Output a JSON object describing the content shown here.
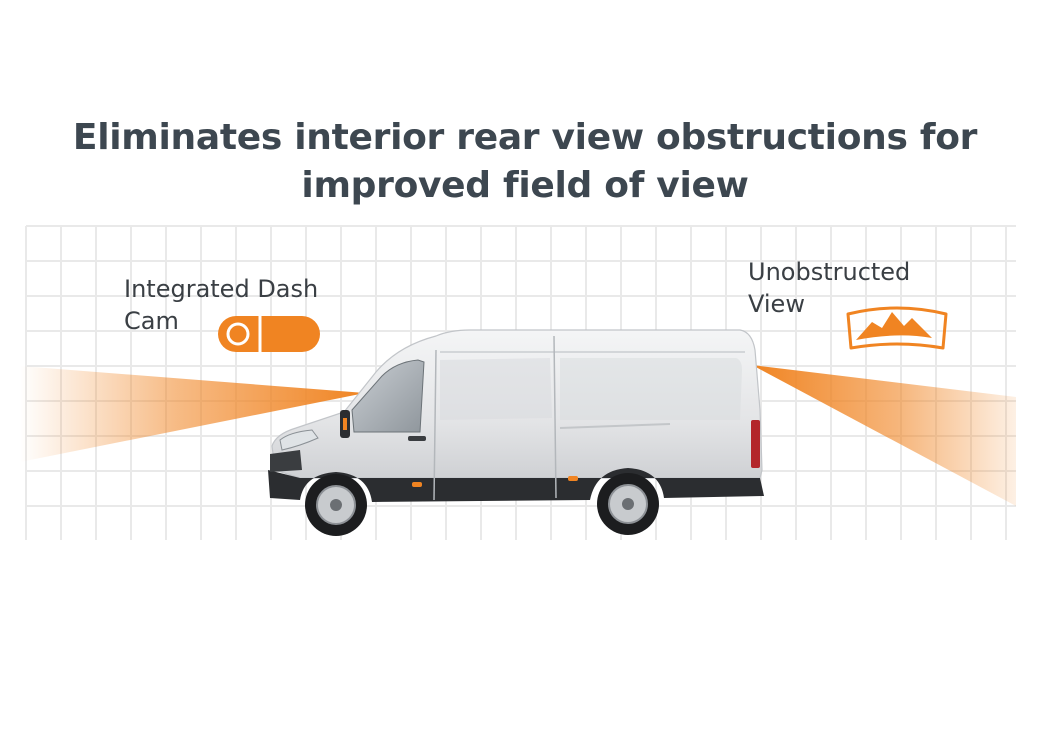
{
  "headline": {
    "line1": "Eliminates interior rear view obstructions for",
    "line2": "improved field of view"
  },
  "callouts": {
    "dash_cam": {
      "line1": "Integrated Dash",
      "line2": "Cam"
    },
    "unobstructed": {
      "line1": "Unobstructed",
      "line2": "View"
    }
  },
  "icons": {
    "dash_cam": "dash-cam-icon",
    "unobstructed_view": "mountain-view-icon"
  },
  "colors": {
    "accent": "#f08422",
    "text": "#3d4750",
    "grid": "#e9e9e9",
    "van_body": "#e6e7e9",
    "van_trim": "#2b2d30"
  }
}
